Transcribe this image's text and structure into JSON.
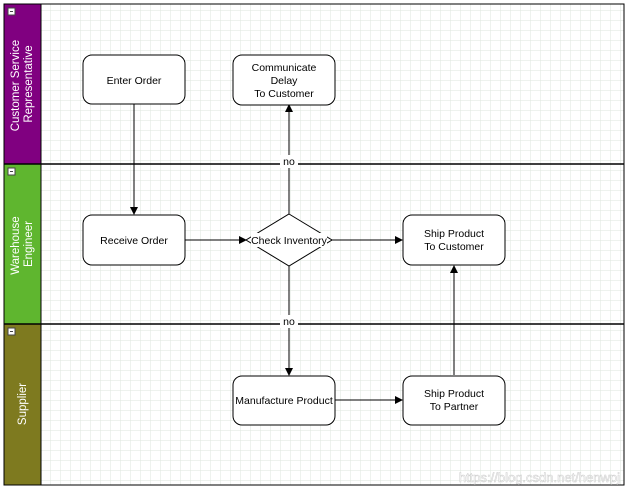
{
  "lanes": [
    {
      "id": "csr",
      "label_lines": [
        "Customer Service",
        "Representative"
      ],
      "color": "#800080"
    },
    {
      "id": "warehouse",
      "label_lines": [
        "Warehouse",
        "Engineer"
      ],
      "color": "#5fb62f"
    },
    {
      "id": "supplier",
      "label_lines": [
        "Supplier"
      ],
      "color": "#7e7a1f"
    }
  ],
  "nodes": {
    "enter_order": {
      "lines": [
        "Enter Order"
      ]
    },
    "communicate_delay": {
      "lines": [
        "Communicate",
        "Delay",
        "To Customer"
      ]
    },
    "receive_order": {
      "lines": [
        "Receive Order"
      ]
    },
    "check_inventory": {
      "lines": [
        "Check Inventory"
      ]
    },
    "ship_to_customer": {
      "lines": [
        "Ship Product",
        "To Customer"
      ]
    },
    "manufacture_product": {
      "lines": [
        "Manufacture Product"
      ]
    },
    "ship_to_partner": {
      "lines": [
        "Ship Product",
        "To Partner"
      ]
    }
  },
  "edge_labels": {
    "no_upper": "no",
    "no_lower": "no"
  },
  "watermark": "https://blog.csdn.net/henwpj",
  "colors": {
    "grid_line": "#dde6dd",
    "border": "#000000",
    "node_fill": "#ffffff",
    "node_stroke": "#000000",
    "label_text": "#ffffff"
  }
}
